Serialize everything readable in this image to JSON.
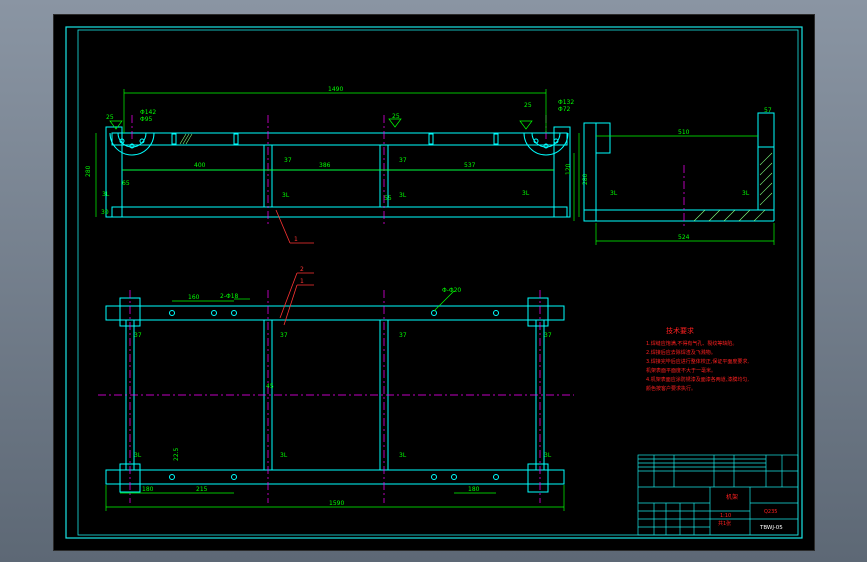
{
  "colors": {
    "background": "#000000",
    "frame": "#19e6e6",
    "part": "#00ffff",
    "dimension": "#00ff00",
    "centerline": "#ff00ff",
    "leader": "#ff3333",
    "notes": "#ff2020",
    "hatch": "#7fff7f",
    "white": "#ffffff"
  },
  "dimensions": {
    "top_overall": "1490",
    "side_top": "510",
    "side_bottom": "524",
    "left_height": "280",
    "right_height": "280",
    "side_right_height": "120",
    "side_top_right": "57",
    "bay1": "400",
    "bay2": "386",
    "bay3": "537",
    "left_small": "65",
    "left_bottom": "30",
    "center_small": "55",
    "hole_left_upper": "Φ142",
    "hole_left_lower": "Φ95",
    "hole_right_upper": "Φ132",
    "hole_right_lower": "Φ72",
    "plan_dim1": "160",
    "plan_hole_label1": "2-Φ18",
    "plan_hole_label2": "Φ-Φ20",
    "plan_bottom_left": "180",
    "plan_bottom_mid": "215",
    "plan_bottom_right": "180",
    "plan_overall": "1590",
    "plan_center": "45",
    "plan_small": "22.5"
  },
  "annotations": {
    "roughness": "25",
    "weld_upper": "37",
    "weld_lower": "3L"
  },
  "leaders": {
    "view1_label": "1",
    "view2_label_top": "2",
    "view2_label_bottom": "1"
  },
  "technical_requirements": {
    "title": "技术要求",
    "items": [
      "1.焊缝应饱满,不得有气孔、裂纹等缺陷。",
      "2.焊接后应去除焊渣及飞溅物。",
      "3.焊接完毕后应进行整体校正,保证平面度要求,",
      "   机架表面平面度不大于一毫米。",
      "4.机架表面应涂防锈漆及面漆各两道,漆膜均匀,",
      "   颜色按客户要求执行。"
    ]
  },
  "title_block": {
    "part_name": "机架",
    "material": "Q235",
    "drawing_number": "TBWJ-05",
    "scale": "1:10",
    "sheet": "共1张"
  }
}
